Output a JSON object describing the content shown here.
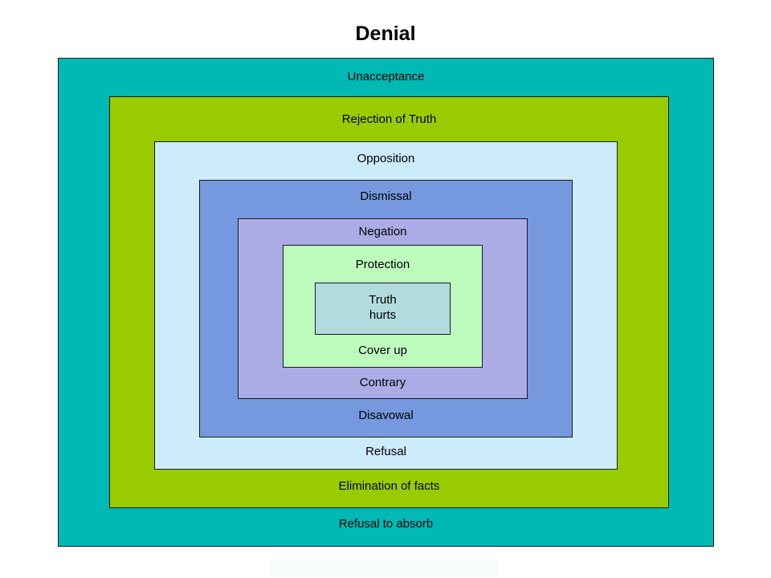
{
  "diagram": {
    "title": "Denial",
    "layers": [
      {
        "top_label": "Unacceptance",
        "bottom_label": "Refusal to absorb",
        "color": "#00B8B4"
      },
      {
        "top_label": "Rejection of Truth",
        "bottom_label": "Elimination of facts",
        "color": "#99CC00"
      },
      {
        "top_label": "Opposition",
        "bottom_label": "Refusal",
        "color": "#CCEBFB"
      },
      {
        "top_label": "Dismissal",
        "bottom_label": "Disavowal",
        "color": "#7598DE"
      },
      {
        "top_label": "Negation",
        "bottom_label": "Contrary",
        "color": "#ABABE6"
      },
      {
        "top_label": "Protection",
        "bottom_label": "Cover up",
        "color": "#BDFBBD"
      }
    ],
    "core": {
      "line1": "Truth",
      "line2": "hurts",
      "color": "#B2DBDF"
    }
  }
}
